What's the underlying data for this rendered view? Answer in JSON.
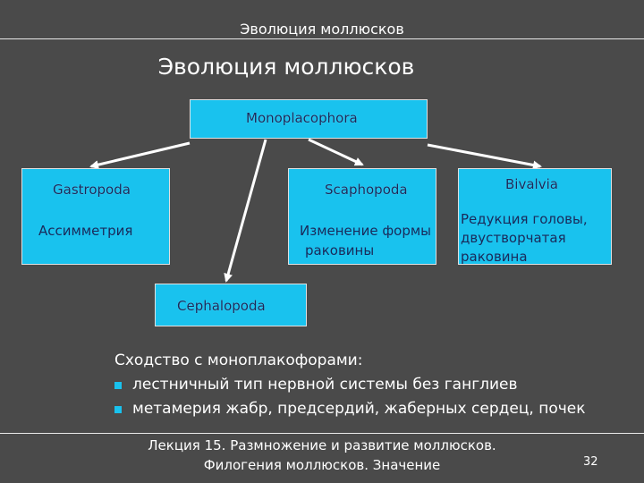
{
  "header": {
    "title": "Эволюция моллюсков"
  },
  "main_title": "Эволюция моллюсков",
  "diagram": {
    "root": {
      "name": "Monoplacophora"
    },
    "gastropoda": {
      "name": "Gastropoda",
      "desc": "Ассимметрия"
    },
    "scaphopoda": {
      "name": "Scaphopoda",
      "desc_line1": "Изменение формы",
      "desc_line2": "раковины"
    },
    "bivalvia": {
      "name": "Bivalvia",
      "desc_line1": "Редукция головы,",
      "desc_line2": "двустворчатая",
      "desc_line3": "раковина"
    },
    "cephalopoda": {
      "name": "Cephalopoda"
    }
  },
  "similarity": {
    "heading": "Сходство с моноплакофорами:",
    "items": [
      "лестничный тип нервной системы без ганглиев",
      "метамерия жабр, предсердий, жаберных сердец, почек"
    ]
  },
  "footer": {
    "line1": "Лекция 15. Размножение и развитие моллюсков.",
    "line2": "Филогения моллюсков. Значение",
    "page": "32"
  },
  "colors": {
    "background": "#4a4a4a",
    "box": "#19c2ee",
    "box_text": "#1a2a5a",
    "bullet": "#19c2ee"
  }
}
